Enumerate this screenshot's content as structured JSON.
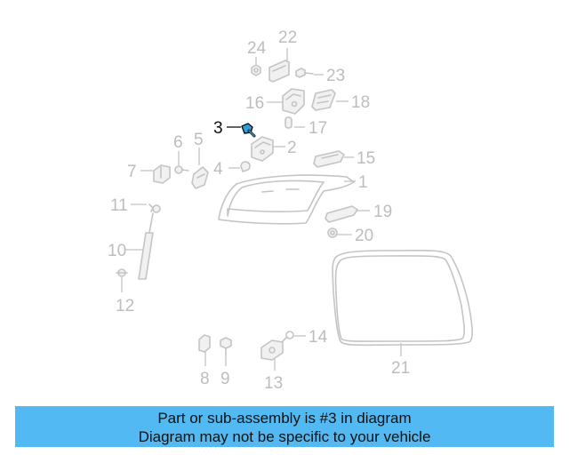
{
  "callouts": {
    "c1": "1",
    "c2": "2",
    "c3": "3",
    "c4": "4",
    "c5": "5",
    "c6": "6",
    "c7": "7",
    "c8": "8",
    "c9": "9",
    "c10": "10",
    "c11": "11",
    "c12": "12",
    "c13": "13",
    "c14": "14",
    "c15": "15",
    "c16": "16",
    "c17": "17",
    "c18": "18",
    "c19": "19",
    "c20": "20",
    "c21": "21",
    "c22": "22",
    "c23": "23",
    "c24": "24"
  },
  "highlighted_part": "3",
  "colors": {
    "highlight_part": "#2f9fd8",
    "caption_bg": "#52b9f2",
    "muted": "#c4c4c4"
  },
  "caption": {
    "line1": "Part or sub-assembly is #3 in diagram",
    "line2": "Diagram may not be specific to your vehicle"
  }
}
